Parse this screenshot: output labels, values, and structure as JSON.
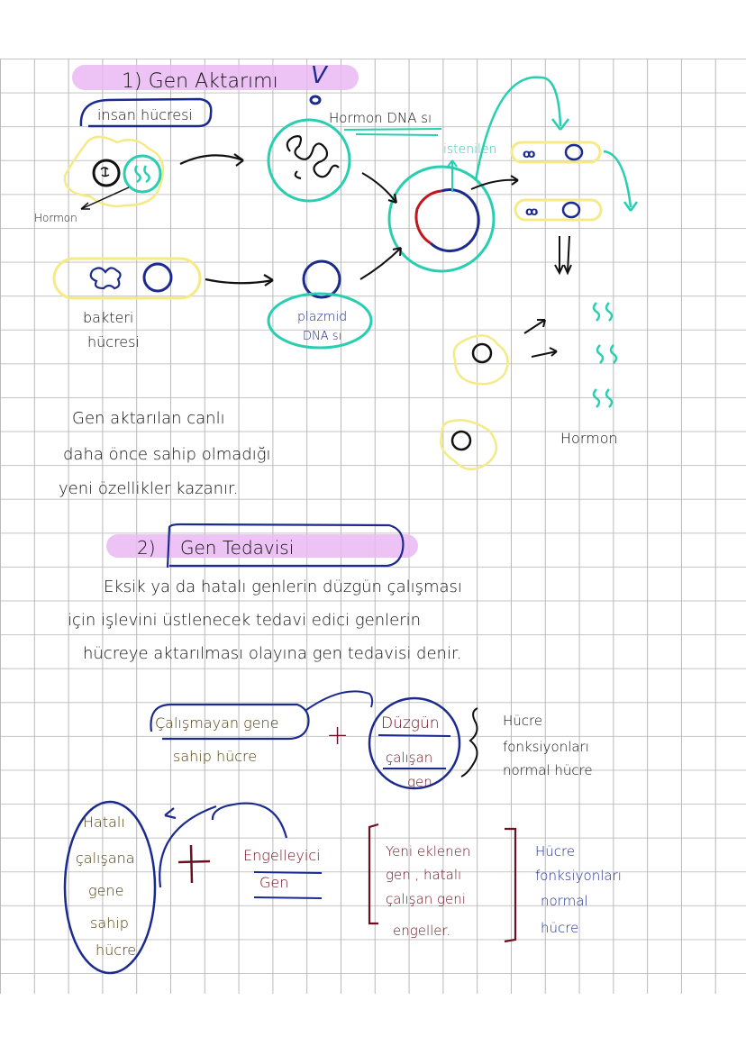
{
  "colors": {
    "highlight_pink": "#e9b8f2",
    "navy": "#1b2a8f",
    "teal": "#27cfb0",
    "yellow": "#f5ea86",
    "black": "#111111",
    "red": "#c4161c",
    "brown": "#4d3a05",
    "maroon": "#6b1022",
    "grid": "#bdbdbd"
  },
  "section1": {
    "title": "1) Gen   Aktarımı",
    "check_mark": "V",
    "check_mark2": "o",
    "human_cell_label": "insan hücresi",
    "hormone_label": "Hormon",
    "hormone_dna_label": "Hormon DNA sı",
    "desired_label": "istenilen",
    "bacteria_label_line1": "bakteri",
    "bacteria_label_line2": "hücresi",
    "plasmid_label_line1": "plazmid",
    "plasmid_label_line2": "DNA sı",
    "product_label": "Hormon",
    "description_lines": [
      "Gen   aktarılan   canlı",
      "daha   önce   sahip olmadığı",
      "yeni   özellikler   kazanır."
    ]
  },
  "section2": {
    "title_number": "2)",
    "title": "Gen   Tedavisi",
    "definition_lines": [
      "Eksik  ya da  hatalı  genlerin  düzgün  çalışması",
      "için   işlevini   üstlenecek   tedavi  edici  genlerin",
      "hücreye   aktarılması   olayına   gen  tedavisi  denir."
    ],
    "eq1": {
      "left_line1": "Çalışmayan gene",
      "left_line2": "sahip hücre",
      "plus": "+",
      "middle_line1": "Düzgün",
      "middle_line2": "çalışan",
      "middle_line3": "gen",
      "result_line1": "Hücre",
      "result_line2": "fonksiyonları",
      "result_line3": "normal   hücre"
    },
    "eq2": {
      "left_lines": [
        "Hatalı",
        "çalışana",
        "gene",
        "sahip",
        "hücre"
      ],
      "plus": "+",
      "middle_line1": "Engelleyici",
      "middle_line2": "Gen",
      "bracket_lines": [
        "Yeni eklenen",
        "gen , hatalı",
        "çalışan geni",
        "engeller."
      ],
      "result_lines": [
        "Hücre",
        "fonksiyonları",
        "normal",
        "hücre"
      ]
    }
  }
}
